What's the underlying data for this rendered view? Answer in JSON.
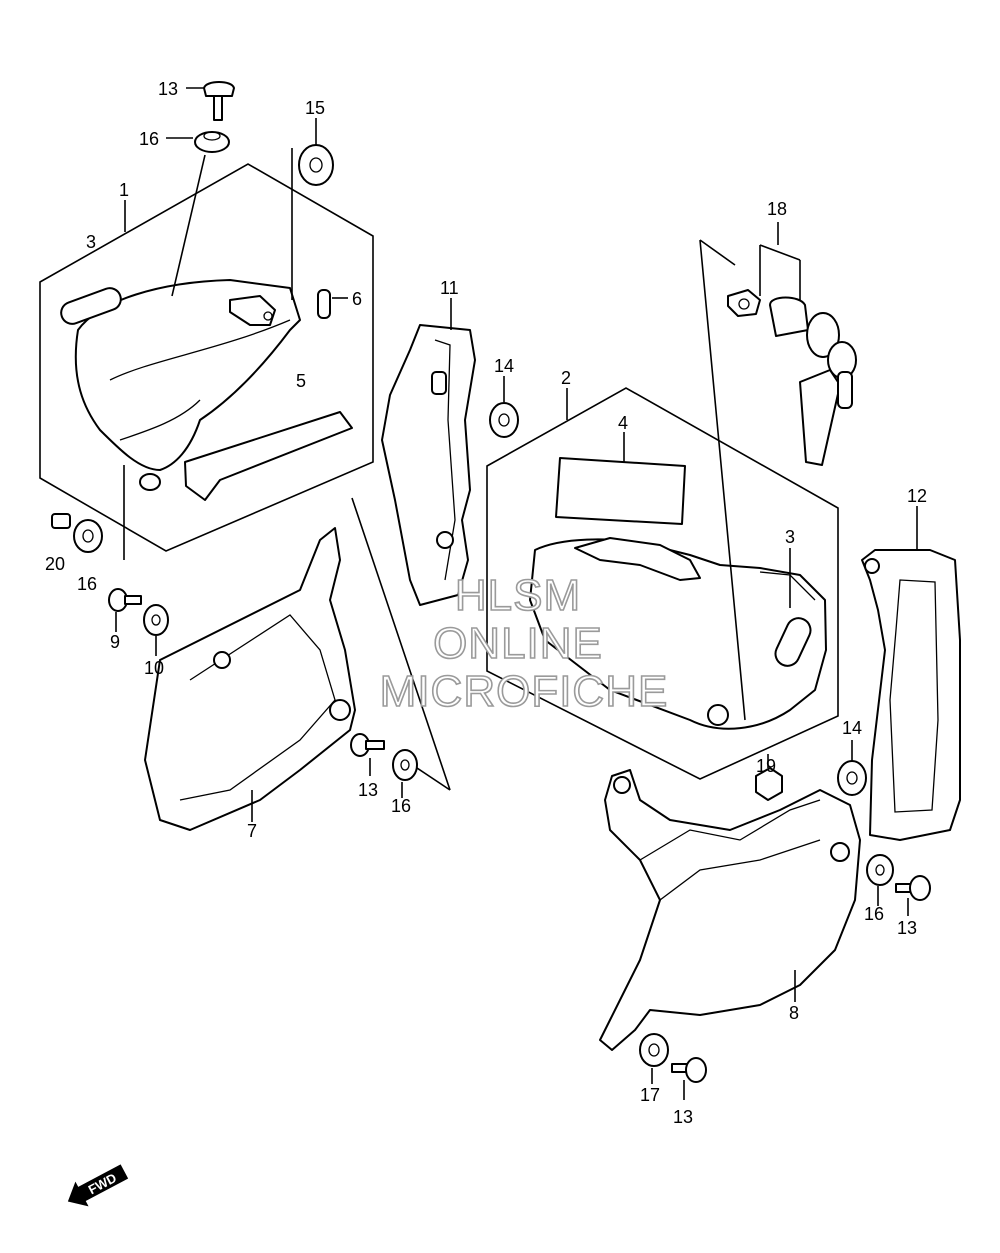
{
  "callouts": {
    "c1": "1",
    "c2": "2",
    "c3a": "3",
    "c3b": "3",
    "c4": "4",
    "c5": "5",
    "c6": "6",
    "c7": "7",
    "c8": "8",
    "c9": "9",
    "c10": "10",
    "c11": "11",
    "c12": "12",
    "c13a": "13",
    "c13b": "13",
    "c13c": "13",
    "c13d": "13",
    "c14a": "14",
    "c14b": "14",
    "c15": "15",
    "c16a": "16",
    "c16b": "16",
    "c16c": "16",
    "c16d": "16",
    "c17": "17",
    "c18": "18",
    "c19": "19",
    "c20": "20"
  },
  "watermark": {
    "line1": "HLSM",
    "line2": "ONLINE",
    "line3": "MICROFICHE"
  },
  "fwd": {
    "label": "FWD",
    "icon": "forward-arrow-icon"
  },
  "colors": {
    "line": "#000000",
    "watermark": "#9a9a9a",
    "background": "#ffffff"
  }
}
